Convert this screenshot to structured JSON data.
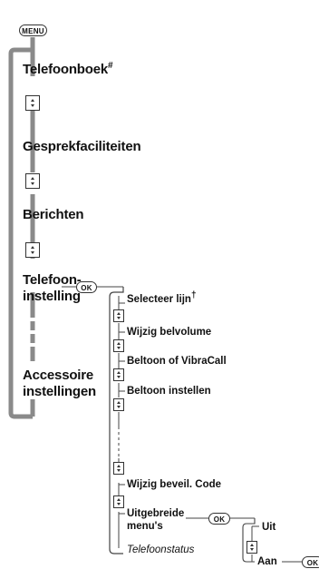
{
  "buttons": {
    "menu": "MENU",
    "ok": "OK"
  },
  "main_menu": {
    "phonebook": "Telefoonboek",
    "phonebook_mark": "#",
    "call_facilities": "Gesprekfaciliteiten",
    "messages": "Berichten",
    "phone_settings_line1": "Telefoon-",
    "phone_settings_line2": "instelling",
    "accessory_line1": "Accessoire",
    "accessory_line2": "instellingen"
  },
  "phone_settings_submenu": {
    "select_line": "Selecteer lijn",
    "select_line_mark": "†",
    "ring_volume": "Wijzig belvolume",
    "ringtone_or_vibracall": "Beltoon of VibraCall",
    "ringtone_settings": "Beltoon instellen",
    "change_security_code": "Wijzig beveil. Code",
    "extended_menus_line1": "Uitgebreide",
    "extended_menus_line2": "menu's",
    "phone_status": "Telefoonstatus"
  },
  "extended_menus_options": {
    "off": "Uit",
    "on": "Aan"
  },
  "colors": {
    "main_loop": "#8a8a8a",
    "line": "#444444",
    "text": "#111111"
  },
  "icons": [
    "menu-key",
    "ok-key",
    "scroll-key"
  ]
}
